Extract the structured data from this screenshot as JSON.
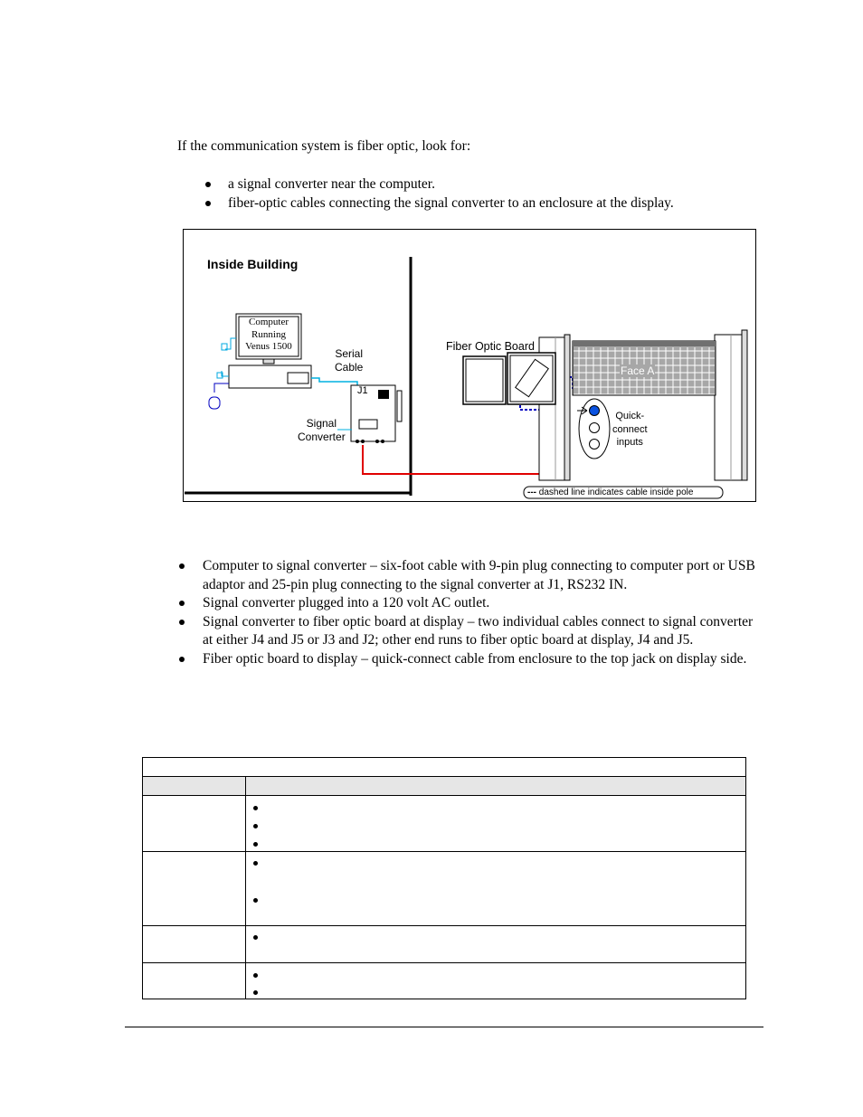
{
  "intro": "If the communication system is fiber optic, look for:",
  "look_for": [
    "a signal converter near the computer.",
    "fiber-optic cables connecting the signal converter to an enclosure at the display."
  ],
  "figure": {
    "inside_building": "Inside Building",
    "computer_line1": "Computer",
    "computer_line2": "Running",
    "computer_line3": "Venus 1500",
    "serial_cable_1": "Serial",
    "serial_cable_2": "Cable",
    "j1": "J1",
    "signal_converter_1": "Signal",
    "signal_converter_2": "Converter",
    "fiber_optic_board": "Fiber Optic Board",
    "face_a": "Face A",
    "quick_1": "Quick-",
    "quick_2": "connect",
    "quick_3": "inputs",
    "legend_dashes": "---",
    "legend_text": "dashed line indicates cable inside pole",
    "colors": {
      "red_cable": "#e00000",
      "blue_cable": "#0000c0",
      "quick_dot": "#0a52e0",
      "serial_cyan": "#00b0e0"
    }
  },
  "connections": [
    "Computer to signal converter – six-foot cable with 9-pin plug connecting to computer port or USB adaptor and 25-pin plug connecting to the signal converter at J1, RS232 IN.",
    "Signal converter plugged into a 120 volt AC outlet.",
    "Signal converter to fiber optic board at display – two individual cables connect to signal converter at either J4 and J5 or J3 and J2; other end runs to fiber optic board at display, J4 and J5.",
    "Fiber optic board to display – quick-connect cable from enclosure to the top jack on display side."
  ]
}
